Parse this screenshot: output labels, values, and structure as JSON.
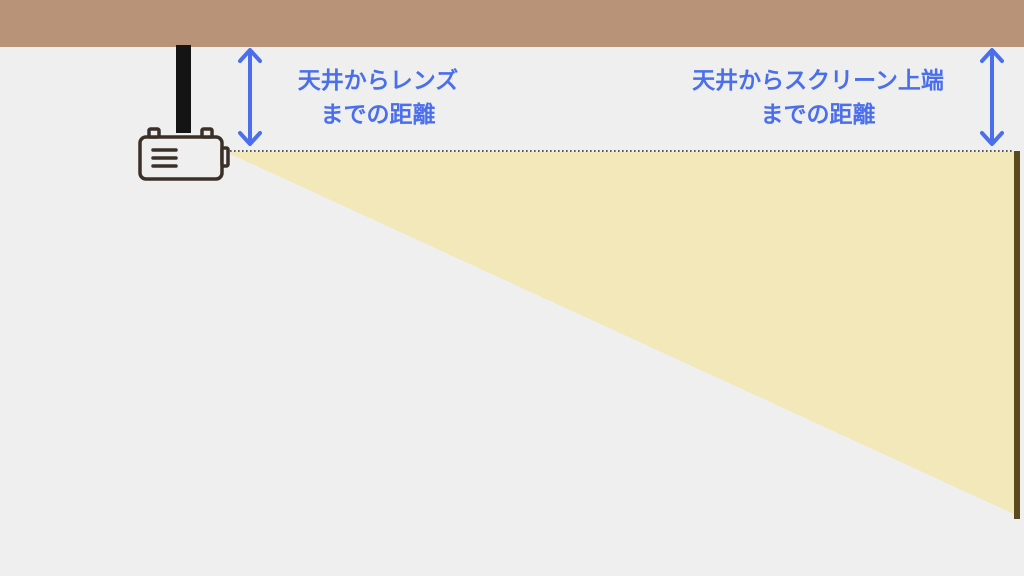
{
  "labels": {
    "ceiling_to_lens": {
      "line1": "天井からレンズ",
      "line2": "までの距離"
    },
    "ceiling_to_screen_top": {
      "line1": "天井からスクリーン上端",
      "line2": "までの距離"
    }
  },
  "colors": {
    "ceiling": "#b89378",
    "background": "#efefef",
    "arrow": "#4b6fec",
    "projection_light": "#f3e8ba",
    "screen": "#5a4a1e",
    "projector": "#3b3028"
  },
  "icons": {
    "projector": "projector-icon",
    "arrow": "double-headed-vertical-arrow"
  }
}
